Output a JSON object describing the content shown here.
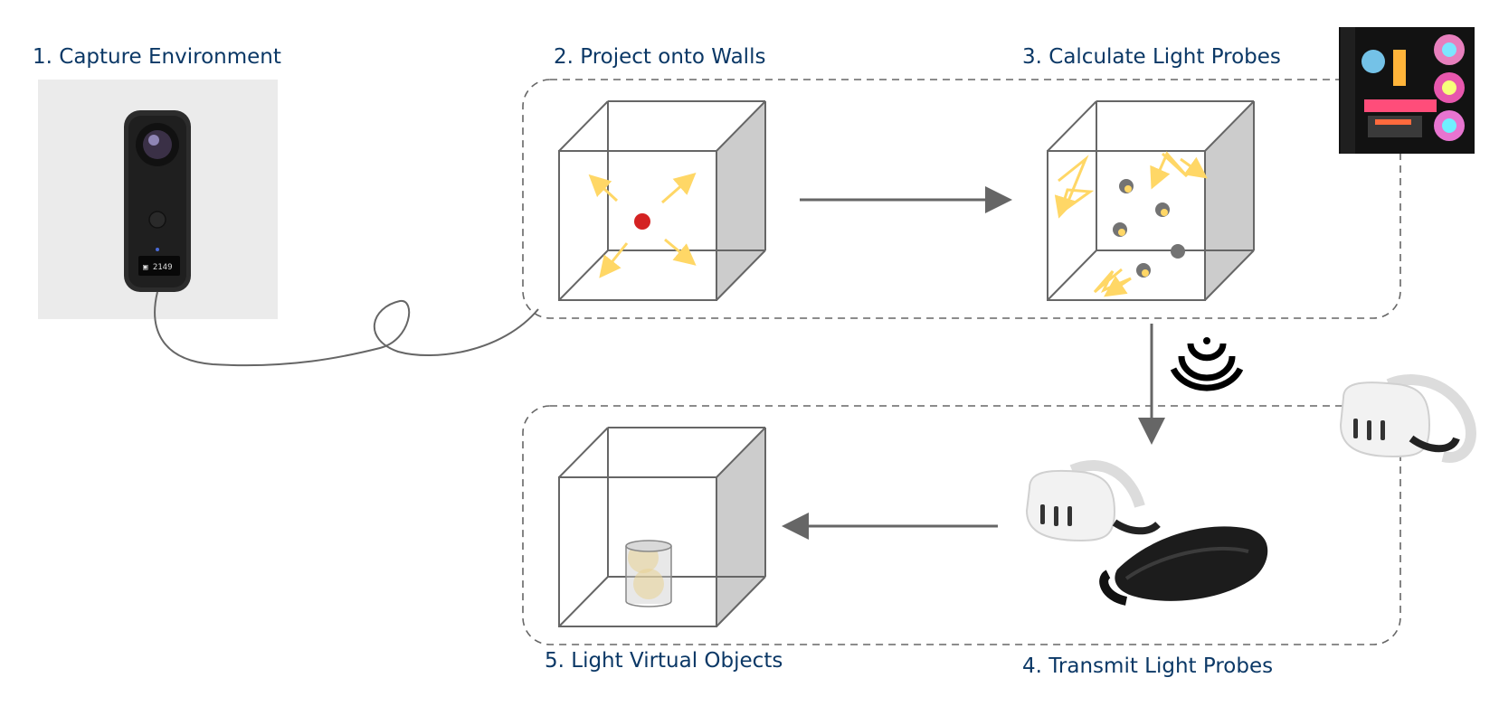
{
  "steps": [
    {
      "number": "1.",
      "label": "1. Capture Environment"
    },
    {
      "number": "2.",
      "label": "2. Project onto Walls"
    },
    {
      "number": "3.",
      "label": "3. Calculate Light Probes"
    },
    {
      "number": "4.",
      "label": "4. Transmit Light Probes"
    },
    {
      "number": "5.",
      "label": "5. Light Virtual Objects"
    }
  ],
  "icons": {
    "camera": "360-camera-icon",
    "pc": "gaming-pc-icon",
    "headset": "vr-headset-icon",
    "wireless": "wireless-signal-icon"
  },
  "colors": {
    "label_text": "#0b3866",
    "cube_edge": "#666666",
    "cube_side": "#cccccc",
    "light_arrow": "#ffd766",
    "light_source": "#d42222",
    "probe": "#737373",
    "flow_arrow": "#666666",
    "dashed_border": "#666666"
  }
}
